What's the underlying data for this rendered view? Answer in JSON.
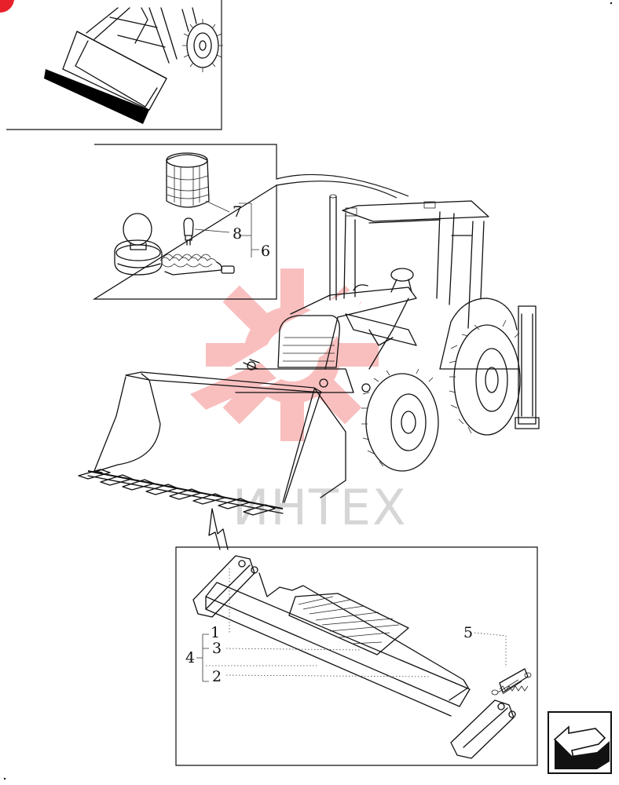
{
  "callouts": {
    "c1": "1",
    "c2": "2",
    "c3": "3",
    "c4": "4",
    "c5": "5",
    "c6": "6",
    "c7": "7",
    "c8": "8"
  },
  "watermark": {
    "text": "ИНТЕХ",
    "color": "#f04a4a"
  },
  "icons": {
    "nav": "next-page-arrow-icon",
    "corner": "red-corner-badge-icon"
  }
}
